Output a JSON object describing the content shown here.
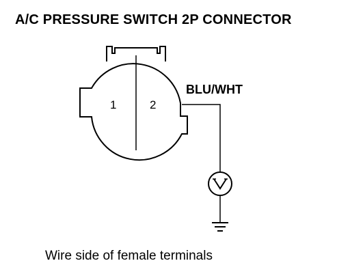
{
  "title": "A/C PRESSURE SWITCH 2P CONNECTOR",
  "connector": {
    "terminals": [
      "1",
      "2"
    ]
  },
  "wire_color": "BLU/WHT",
  "meter_icon": "voltmeter-icon",
  "ground_icon": "ground-symbol-icon",
  "caption": "Wire side of female terminals"
}
